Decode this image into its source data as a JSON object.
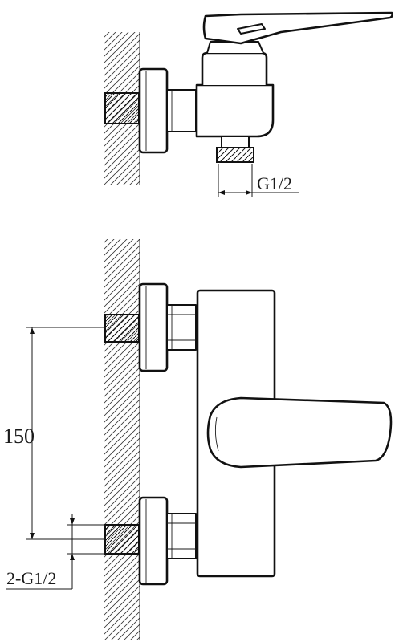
{
  "labels": {
    "side_outlet_thread": "G1/2",
    "inlet_spacing": "150",
    "inlet_threads": "2-G1/2"
  }
}
